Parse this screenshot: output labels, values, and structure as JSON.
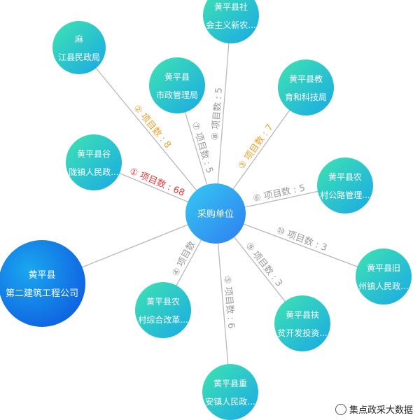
{
  "center": {
    "name": "采购单位",
    "color": "#2f86f0"
  },
  "nodes": [
    {
      "id": "n2",
      "line1": "麻",
      "line2": "江县民政局",
      "size": "small",
      "edge": {
        "marker": "②",
        "label": "项目数",
        "count": "8",
        "color": "#f0a030"
      }
    },
    {
      "id": "n7",
      "line1": "黄平县",
      "line2": "市政管理局",
      "size": "small",
      "edge": {
        "marker": "⑦",
        "label": "项目数",
        "count": "5",
        "color": "#9a9a9a"
      }
    },
    {
      "id": "n8",
      "line1": "黄平县社",
      "line2": "会主义新农...",
      "size": "small",
      "edge": {
        "marker": "⑧",
        "label": "项目数",
        "count": "5",
        "color": "#9a9a9a"
      }
    },
    {
      "id": "n3",
      "line1": "黄平县教",
      "line2": "育和科技局",
      "size": "small",
      "edge": {
        "marker": "③",
        "label": "项目数",
        "count": "7",
        "color": "#f0a030"
      }
    },
    {
      "id": "n1",
      "line1": "黄平县谷",
      "line2": "陇镇人民政...",
      "size": "small",
      "edge": {
        "marker": "①",
        "label": "项目数",
        "count": "68",
        "color": "#e83a3a"
      }
    },
    {
      "id": "n6",
      "line1": "黄平县农",
      "line2": "村公路管理...",
      "size": "small",
      "edge": {
        "marker": "⑥",
        "label": "项目数",
        "count": "5",
        "color": "#9a9a9a"
      }
    },
    {
      "id": "n10",
      "line1": "黄平县旧",
      "line2": "州镇人民政...",
      "size": "small",
      "edge": {
        "marker": "⑩",
        "label": "项目数",
        "count": "3",
        "color": "#9a9a9a"
      }
    },
    {
      "id": "n9",
      "line1": "黄平县扶",
      "line2": "贫开发投资...",
      "size": "small",
      "edge": {
        "marker": "⑨",
        "label": "项目数",
        "count": "3",
        "color": "#9a9a9a"
      }
    },
    {
      "id": "n5",
      "line1": "黄平县重",
      "line2": "安镇人民政...",
      "size": "small",
      "edge": {
        "marker": "⑤",
        "label": "项目数",
        "count": "6",
        "color": "#9a9a9a"
      }
    },
    {
      "id": "n4",
      "line1": "黄平县农",
      "line2": "村综合改革...",
      "size": "small",
      "edge": {
        "marker": "④",
        "label": "项目数",
        "count": "",
        "color": "#9a9a9a"
      }
    },
    {
      "id": "nbig",
      "line1": "黄平县",
      "line2": "第二建筑工程公司",
      "size": "large",
      "edge": null
    }
  ],
  "watermark": {
    "text": "集点政采大数据",
    "icon": "wechat-icon"
  }
}
